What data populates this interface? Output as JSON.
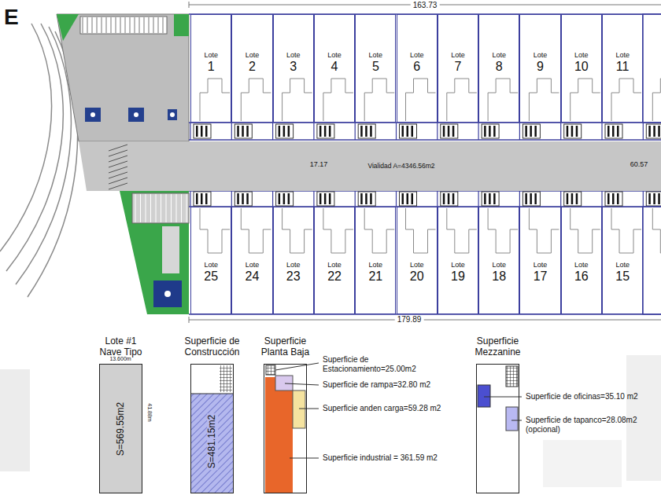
{
  "diagram": {
    "nodes": [
      {
        "text": [
          "Lote",
          "1"
        ]
      },
      {
        "text": [
          "Lote",
          "2"
        ]
      },
      {
        "text": [
          "Lote",
          "3"
        ]
      },
      {
        "text": [
          "Lote",
          "4"
        ]
      },
      {
        "text": [
          "Lote",
          "5"
        ]
      },
      {
        "text": [
          "Lote",
          "6"
        ]
      },
      {
        "text": [
          "Lote",
          "7"
        ]
      },
      {
        "text": [
          "Lote",
          "8"
        ]
      },
      {
        "text": [
          "Lote",
          "9"
        ]
      },
      {
        "text": [
          "Lote",
          "10"
        ]
      },
      {
        "text": [
          "Lote",
          "11"
        ]
      },
      {
        "text": [
          "Vialidad A=4346.56m2"
        ]
      },
      {
        "text": [
          "Lote",
          "25"
        ]
      },
      {
        "text": [
          "Lote",
          "24"
        ]
      },
      {
        "text": [
          "Lote",
          "23"
        ]
      },
      {
        "text": [
          "Lote",
          "22"
        ]
      },
      {
        "text": [
          "Lote",
          "21"
        ]
      },
      {
        "text": [
          "Lote",
          "20"
        ]
      },
      {
        "text": [
          "Lote",
          "19"
        ]
      },
      {
        "text": [
          "Lote",
          "18"
        ]
      },
      {
        "text": [
          "Lote",
          "17"
        ]
      },
      {
        "text": [
          "Lote",
          "16"
        ]
      },
      {
        "text": [
          "Lote",
          "15"
        ]
      },
      {
        "text": [
          "Lote #1 Nave Tipo",
          "S=569.55m2"
        ]
      },
      {
        "text": [
          "Superficie de Construcción",
          "S=481.15m2"
        ]
      },
      {
        "text": [
          "Superficie Planta Baja"
        ]
      },
      {
        "text": [
          "Superficie Mezzanine"
        ]
      }
    ],
    "labels": [
      "E",
      "163.73",
      "17.17",
      "60.57",
      "179.89",
      "13.600m",
      "41.88m",
      "Superficie de Estacionamiento=25.00m2",
      "Superficie de rampa=32.80 m2",
      "Superficie anden carga=59.28 m2",
      "Superficie industrial = 361.59 m2",
      "Superficie de oficinas=35.10 m2",
      "Superficie de tapanco=28.08m2 (opcional)"
    ]
  }
}
